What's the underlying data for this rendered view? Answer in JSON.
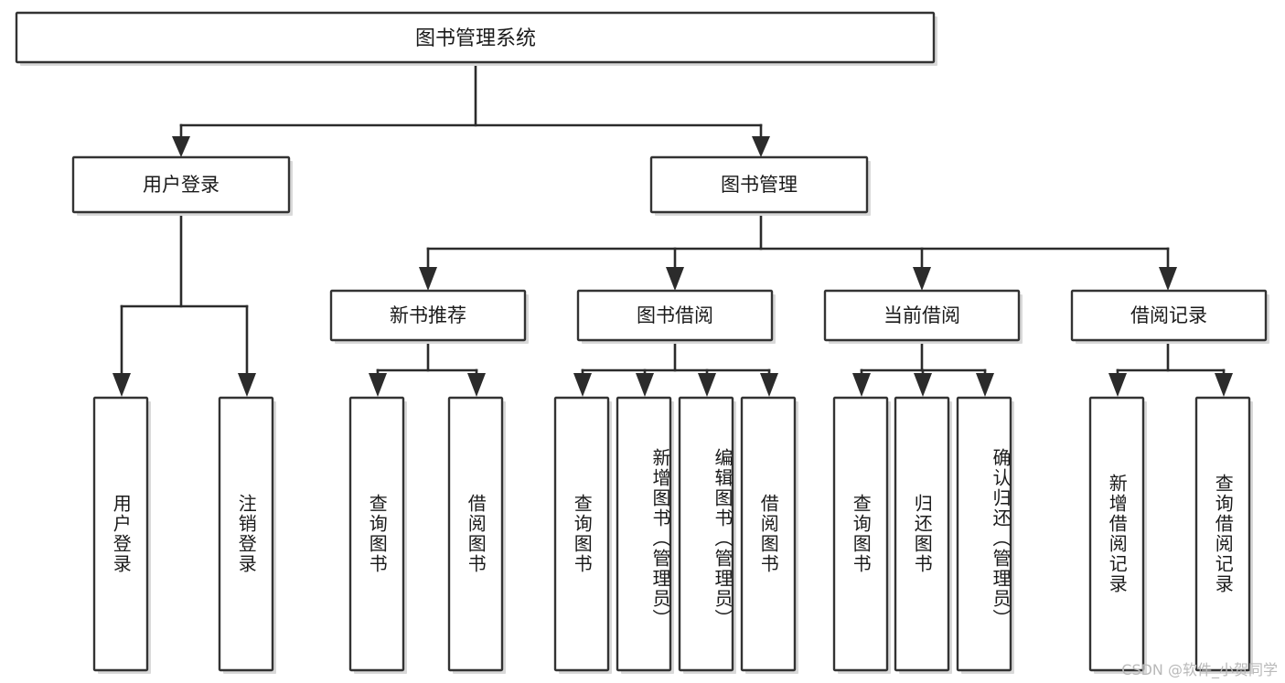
{
  "diagram": {
    "title": "图书管理系统",
    "type": "tree",
    "watermark": "CSDN @软件_小贺同学",
    "colors": {
      "border": "#333333",
      "connector": "#2b2b2b",
      "background": "#ffffff",
      "shadow": "#d9d9d9",
      "watermark": "#b9b9b9"
    },
    "root": {
      "id": "root",
      "label": "图书管理系统"
    },
    "level2": [
      {
        "id": "user-login",
        "label": "用户登录"
      },
      {
        "id": "book-manage",
        "label": "图书管理"
      }
    ],
    "level3": [
      {
        "id": "new-book-rec",
        "label": "新书推荐",
        "parent": "book-manage"
      },
      {
        "id": "book-borrow",
        "label": "图书借阅",
        "parent": "book-manage"
      },
      {
        "id": "current-borrow",
        "label": "当前借阅",
        "parent": "book-manage"
      },
      {
        "id": "borrow-record",
        "label": "借阅记录",
        "parent": "book-manage"
      }
    ],
    "leaves": [
      {
        "id": "leaf-user-login",
        "label": "用户登录",
        "parent": "user-login"
      },
      {
        "id": "leaf-user-logout",
        "label": "注销登录",
        "parent": "user-login"
      },
      {
        "id": "leaf-rec-query",
        "label": "查询图书",
        "parent": "new-book-rec"
      },
      {
        "id": "leaf-rec-borrow",
        "label": "借阅图书",
        "parent": "new-book-rec"
      },
      {
        "id": "leaf-borrow-query",
        "label": "查询图书",
        "parent": "book-borrow"
      },
      {
        "id": "leaf-borrow-add",
        "label": "新增图书（管理员）",
        "parent": "book-borrow"
      },
      {
        "id": "leaf-borrow-edit",
        "label": "编辑图书（管理员）",
        "parent": "book-borrow"
      },
      {
        "id": "leaf-borrow-do",
        "label": "借阅图书",
        "parent": "book-borrow"
      },
      {
        "id": "leaf-cur-query",
        "label": "查询图书",
        "parent": "current-borrow"
      },
      {
        "id": "leaf-cur-return",
        "label": "归还图书",
        "parent": "current-borrow"
      },
      {
        "id": "leaf-cur-confirm",
        "label": "确认归还（管理员）",
        "parent": "current-borrow"
      },
      {
        "id": "leaf-rec-add",
        "label": "新增借阅记录",
        "parent": "borrow-record"
      },
      {
        "id": "leaf-rec-query2",
        "label": "查询借阅记录",
        "parent": "borrow-record"
      }
    ]
  }
}
